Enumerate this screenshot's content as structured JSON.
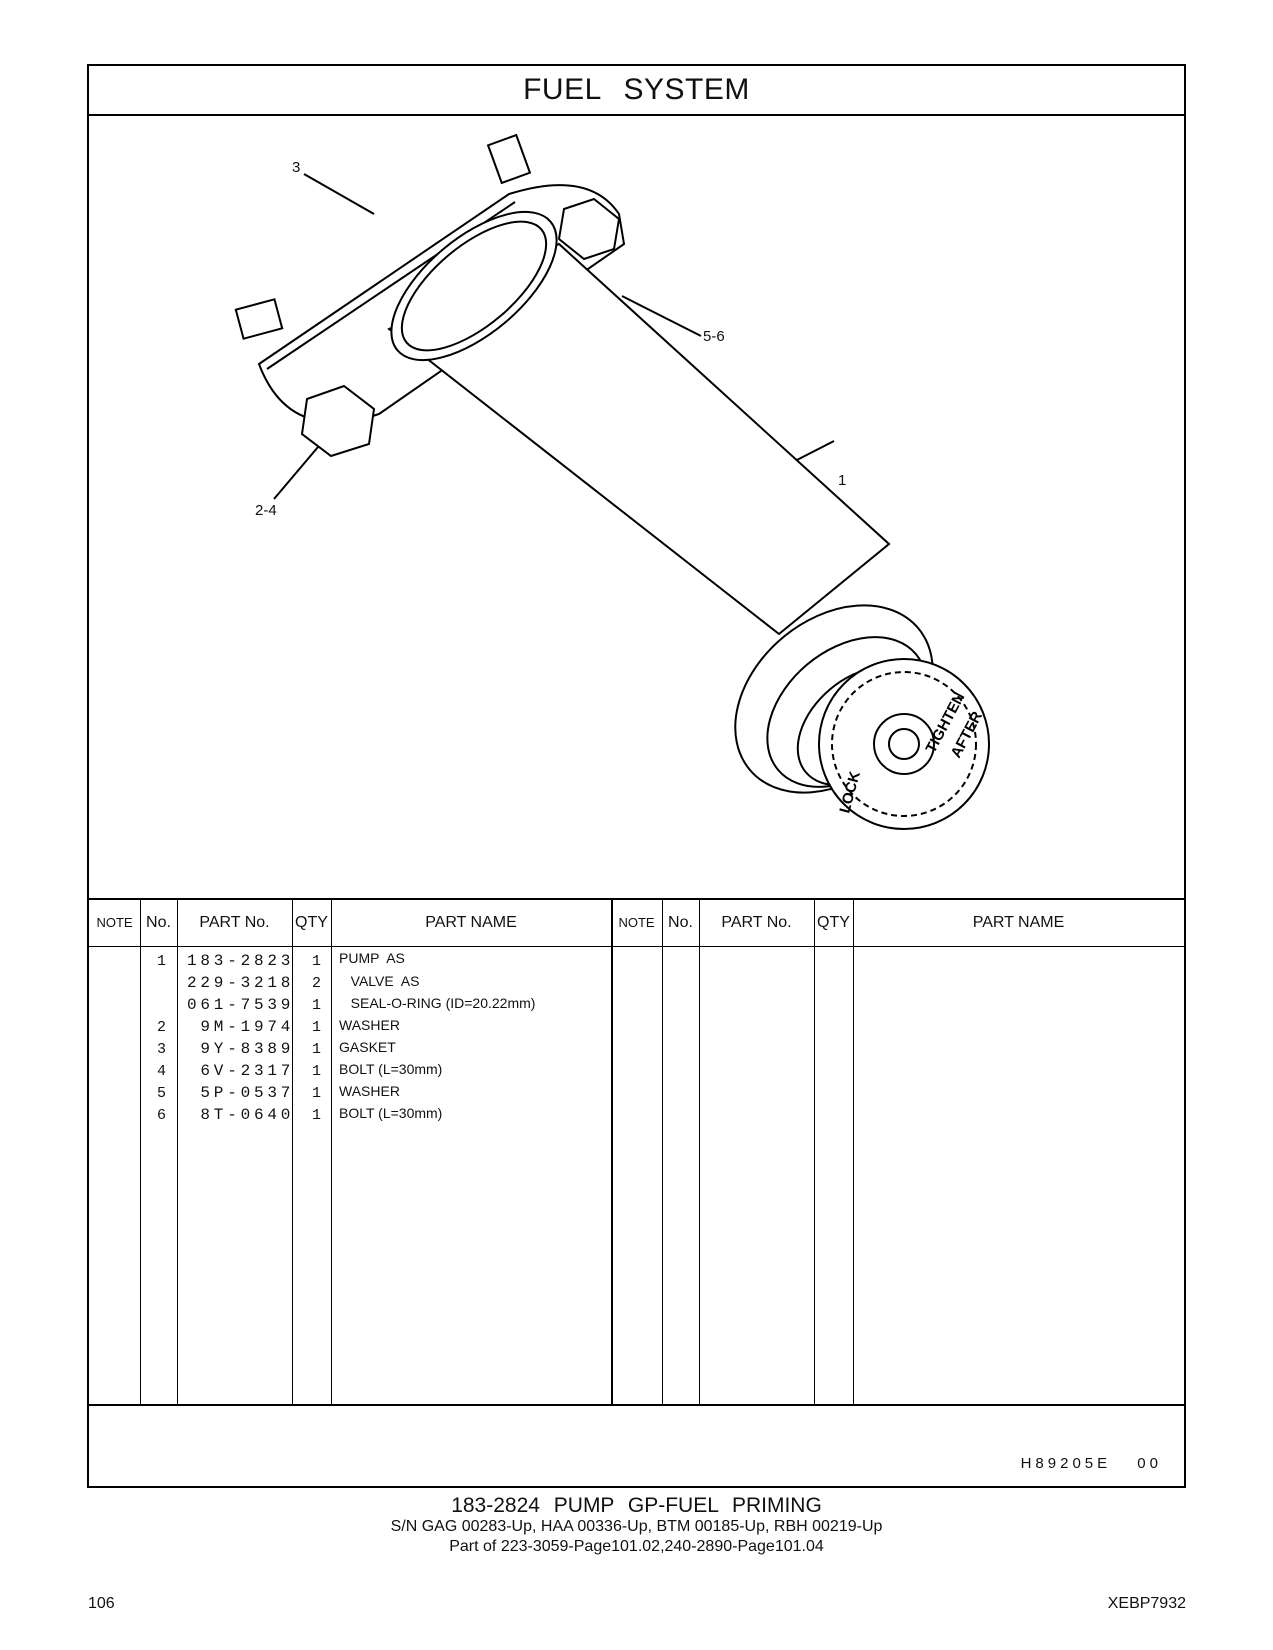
{
  "title": "FUEL   SYSTEM",
  "callouts": [
    "3",
    "5-6",
    "1",
    "2-4"
  ],
  "knob_labels": [
    "TIGHTEN",
    "AFTER",
    "LOCK"
  ],
  "table": {
    "headers": [
      "NOTE",
      "No.",
      "PART No.",
      "QTY",
      "PART NAME",
      "NOTE",
      "No.",
      "PART No.",
      "QTY",
      "PART NAME"
    ],
    "rows": [
      {
        "no": "1",
        "part_no": "183-2823",
        "qty": "1",
        "name": "PUMP  AS"
      },
      {
        "no": "",
        "part_no": "229-3218",
        "qty": "2",
        "name": "   VALVE  AS"
      },
      {
        "no": "",
        "part_no": "061-7539",
        "qty": "1",
        "name": "   SEAL-O-RING (ID=20.22mm)"
      },
      {
        "no": "2",
        "part_no": " 9M-1974",
        "qty": "1",
        "name": "WASHER"
      },
      {
        "no": "3",
        "part_no": " 9Y-8389",
        "qty": "1",
        "name": "GASKET"
      },
      {
        "no": "4",
        "part_no": " 6V-2317",
        "qty": "1",
        "name": "BOLT (L=30mm)"
      },
      {
        "no": "5",
        "part_no": " 5P-0537",
        "qty": "1",
        "name": "WASHER"
      },
      {
        "no": "6",
        "part_no": " 8T-0640",
        "qty": "1",
        "name": "BOLT (L=30mm)"
      }
    ]
  },
  "illustration_code": "H89205E    00",
  "caption": {
    "line1": "183-2824   PUMP  GP-FUEL  PRIMING",
    "line2": "S/N GAG 00283-Up, HAA 00336-Up, BTM 00185-Up, RBH 00219-Up",
    "line3": "Part of 223-3059-Page101.02,240-2890-Page101.04"
  },
  "page_number": "106",
  "doc_number": "XEBP7932"
}
